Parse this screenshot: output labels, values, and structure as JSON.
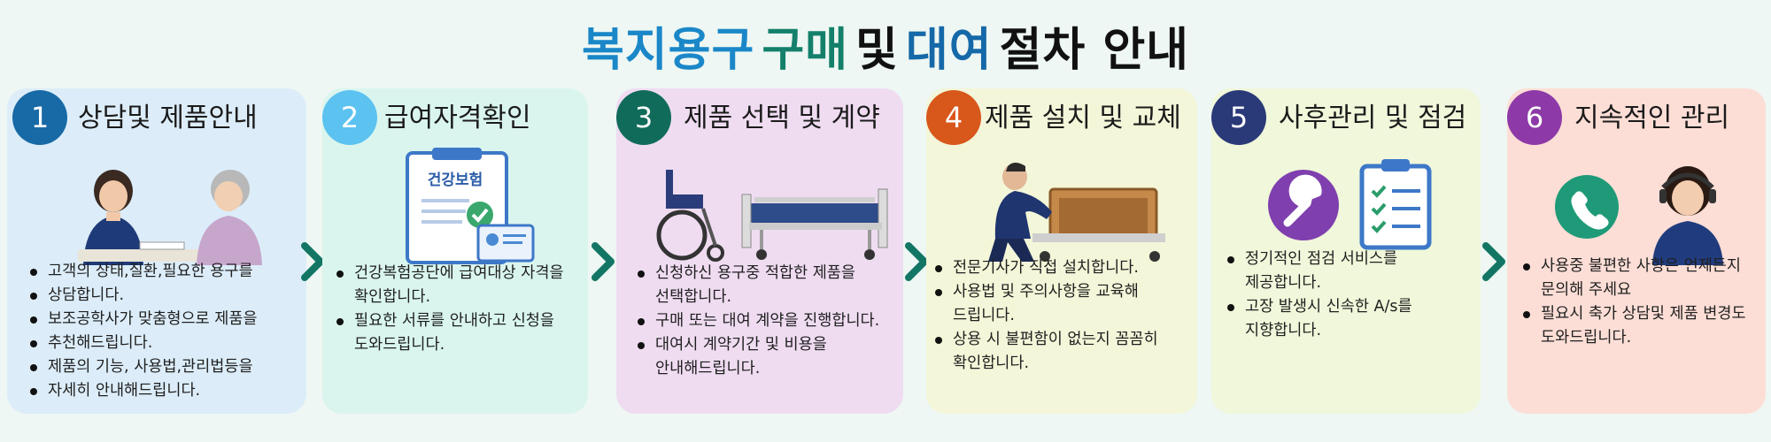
{
  "title": {
    "part1": "복지용구",
    "part2": "구매",
    "part3": "및",
    "part4": "대여",
    "part5": "절차 안내",
    "colors": {
      "blue": "#1a87c8",
      "green": "#14806b",
      "navy": "#1669a8",
      "dark": "#111111"
    }
  },
  "steps": [
    {
      "number": "1",
      "title": "상담및 제품안내",
      "bg": "#dcedf9",
      "badge": "#186aa6",
      "lines": [
        {
          "text": "고객의 상태,질환,필요한 용구를",
          "bullet": true
        },
        {
          "text": "상담합니다.",
          "bullet": true
        },
        {
          "text": "보조공학사가 맞춤형으로 제품을",
          "bullet": true
        },
        {
          "text": "추천해드립니다.",
          "bullet": true
        },
        {
          "text": "제품의 기능, 사용법,관리법등을",
          "bullet": true
        },
        {
          "text": "자세히 안내해드립니다.",
          "bullet": true
        }
      ]
    },
    {
      "number": "2",
      "title": "급여자격확인",
      "bg": "#d9f5ee",
      "badge": "#5cc2f0",
      "card_label": "건강보험",
      "lines": [
        {
          "text": "건강복험공단에 급여대상 자격을",
          "bullet": true
        },
        {
          "text": "확인합니다.",
          "bullet": false
        },
        {
          "text": "필요한 서류를 안내하고 신청을",
          "bullet": true
        },
        {
          "text": "도와드립니다.",
          "bullet": false
        }
      ]
    },
    {
      "number": "3",
      "title": "제품 선택 및 계약",
      "bg": "#efdcf1",
      "badge": "#116b5b",
      "lines": [
        {
          "text": "신청하신 용구중 적합한 제품을",
          "bullet": true
        },
        {
          "text": "선택합니다.",
          "bullet": false
        },
        {
          "text": "구매 또는 대여 계약을 진행합니다.",
          "bullet": true
        },
        {
          "text": "대여시 계약기간 및 비용을",
          "bullet": true
        },
        {
          "text": "안내해드립니다.",
          "bullet": false
        }
      ]
    },
    {
      "number": "4",
      "title": "제품 설치 및 교체",
      "bg": "#f3f6d8",
      "badge": "#d8571b",
      "lines": [
        {
          "text": "전문기사가 직접 설치합니다.",
          "bullet": true
        },
        {
          "text": "사용법 및 주의사항을 교육해",
          "bullet": true
        },
        {
          "text": "드립니다.",
          "bullet": false
        },
        {
          "text": "상용 시 불편함이 없는지 꼼꼼히",
          "bullet": true
        },
        {
          "text": "확인합니다.",
          "bullet": false
        }
      ]
    },
    {
      "number": "5",
      "title": "사후관리 및 점검",
      "bg": "#f0f7da",
      "badge": "#2a3978",
      "lines": [
        {
          "text": "정기적인 점검 서비스를",
          "bullet": true
        },
        {
          "text": "제공합니다.",
          "bullet": false
        },
        {
          "text": "고장 발생시 신속한 A/s를",
          "bullet": true
        },
        {
          "text": "지향합니다.",
          "bullet": false
        }
      ]
    },
    {
      "number": "6",
      "title": "지속적인 관리",
      "bg": "#fcded6",
      "badge": "#8d3aa8",
      "lines": [
        {
          "text": "사용중 불편한 사항은 언제든지",
          "bullet": true
        },
        {
          "text": "문의해 주세요",
          "bullet": false
        },
        {
          "text": "필요시 축가 상담및 제품 변경도",
          "bullet": true
        },
        {
          "text": "도와드립니다.",
          "bullet": false
        }
      ]
    }
  ],
  "arrow_color": "#137664"
}
